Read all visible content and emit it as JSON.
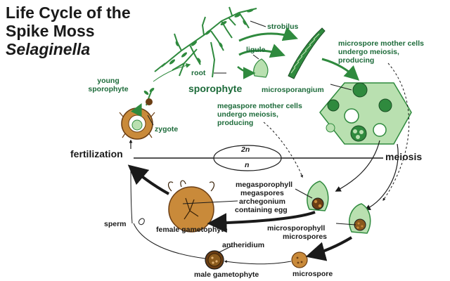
{
  "title": {
    "line1": "Life Cycle of the",
    "line2": "Spike Moss",
    "line3": "Selaginella"
  },
  "labels": {
    "strobilus": "strobilus",
    "ligule": "ligule",
    "root": "root",
    "sporophyte": "sporophyte",
    "young_sporophyte_1": "young",
    "young_sporophyte_2": "sporophyte",
    "zygote": "zygote",
    "microsporangium": "microsporangium",
    "microspore_mother_1": "microspore mother cells",
    "microspore_mother_2": "undergo meiosis,",
    "microspore_mother_3": "producing",
    "megaspore_mother_1": "megaspore mother cells",
    "megaspore_mother_2": "undergo meiosis,",
    "megaspore_mother_3": "producing",
    "fertilization": "fertilization",
    "meiosis": "meiosis",
    "diploid": "2n",
    "haploid": "n",
    "megasporophyll": "megasporophyll",
    "megaspores": "megaspores",
    "archegonium_1": "archegonium",
    "archegonium_2": "containing egg",
    "sperm": "sperm",
    "female_gametophyte": "female gametophyte",
    "microsporophyll": "microsporophyll",
    "microspores": "microspores",
    "antheridium": "antheridium",
    "male_gametophyte": "male gametophyte",
    "microspore": "microspore"
  },
  "colors": {
    "plant_green": "#2f8a3e",
    "light_green": "#b9e0b0",
    "label_green": "#1d6b3a",
    "brown": "#8a5a1c",
    "gametophyte_tan": "#c98a3a",
    "line": "#1a1a1a"
  }
}
